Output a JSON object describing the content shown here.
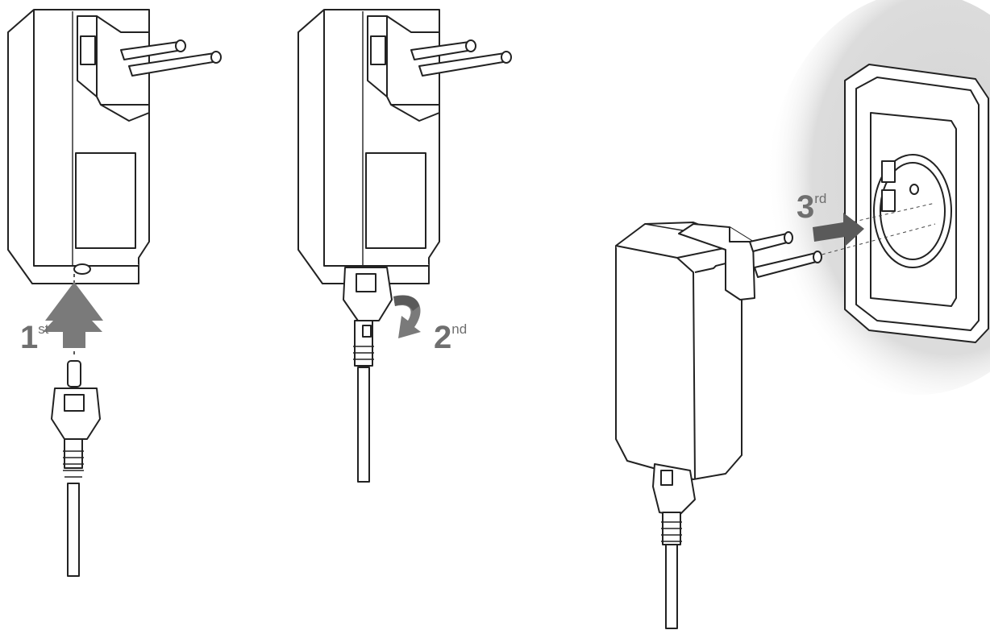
{
  "steps": [
    {
      "number": "1",
      "suffix": "st"
    },
    {
      "number": "2",
      "suffix": "nd"
    },
    {
      "number": "3",
      "suffix": "rd"
    }
  ],
  "colors": {
    "line": "#222222",
    "arrow": "#7a7a7a",
    "label": "#6f6f6f",
    "wall_shadow": "#d9d9d9"
  },
  "icons": [
    "power-adapter-icon",
    "dc-plug-icon",
    "rotate-arrow-icon",
    "wall-socket-icon",
    "up-arrow-icon",
    "right-arrow-icon"
  ]
}
